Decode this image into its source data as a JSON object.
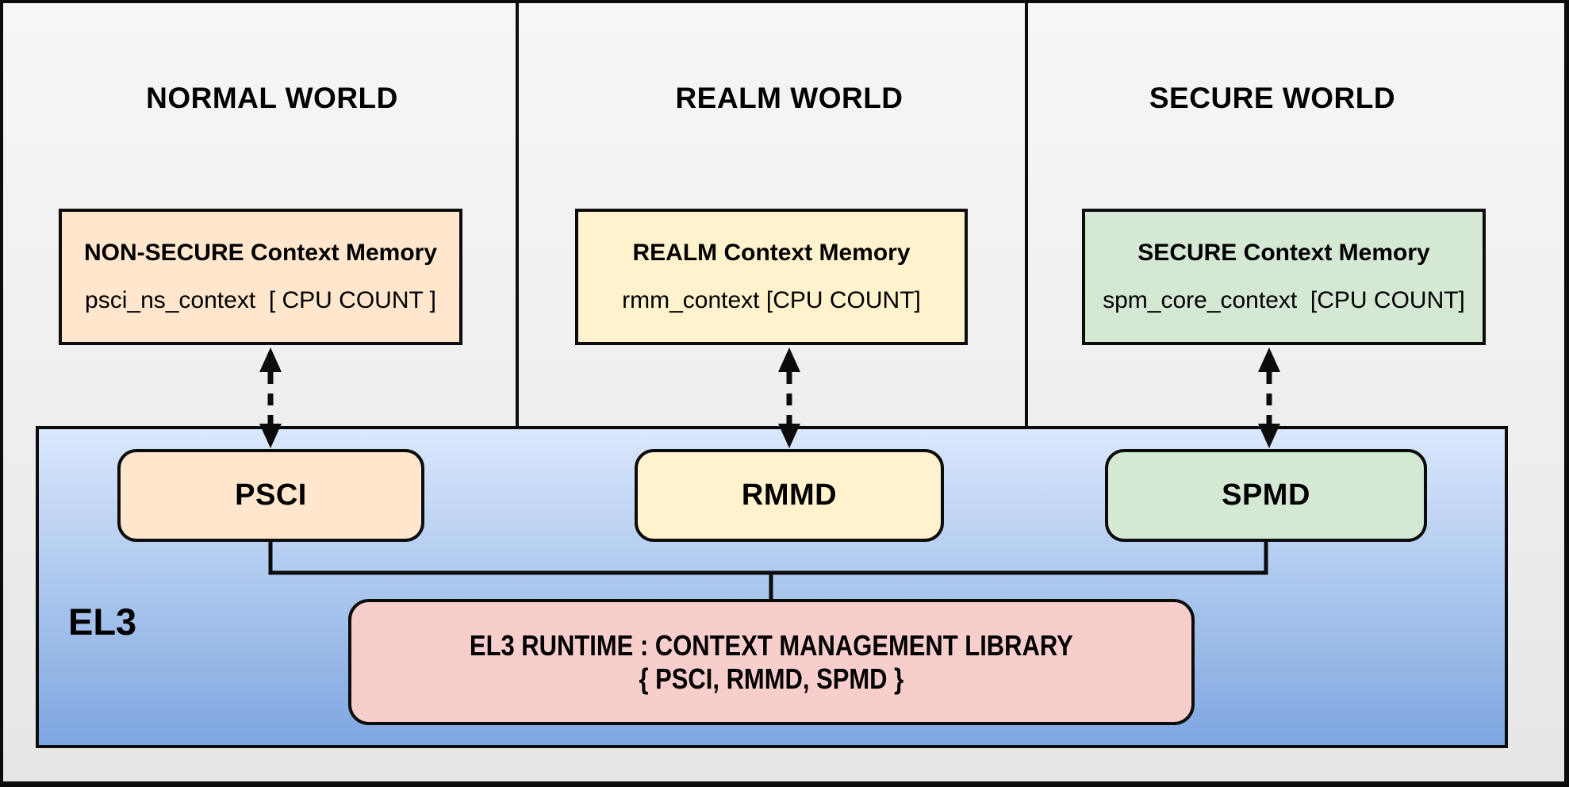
{
  "diagram": {
    "worlds": [
      {
        "title": "NORMAL WORLD",
        "memory_title": "NON-SECURE Context Memory",
        "memory_value": "psci_ns_context  [ CPU COUNT ]",
        "driver": "PSCI",
        "fill": "#ffe6cc"
      },
      {
        "title": "REALM WORLD",
        "memory_title": "REALM Context Memory",
        "memory_value": "rmm_context [CPU COUNT]",
        "driver": "RMMD",
        "fill": "#fff2cc"
      },
      {
        "title": "SECURE WORLD",
        "memory_title": "SECURE Context Memory",
        "memory_value": "spm_core_context  [CPU COUNT]",
        "driver": "SPMD",
        "fill": "#d5e8d4"
      }
    ],
    "el3": {
      "label": "EL3",
      "runtime_line1": "EL3 RUNTIME : CONTEXT MANAGEMENT LIBRARY",
      "runtime_line2": "{ PSCI, RMMD, SPMD }",
      "runtime_fill": "#f8cecc",
      "gradient_top": "#dae8fc",
      "gradient_bottom": "#7ea6e0"
    },
    "colors": {
      "background": "#f0f0f0",
      "line": "#0c0c0c"
    }
  }
}
